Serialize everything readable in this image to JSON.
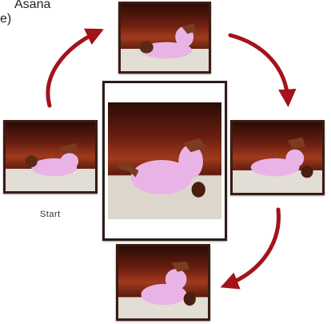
{
  "title": {
    "line1_fragment": "Asana",
    "line2_fragment": "e)"
  },
  "labels": {
    "start": "Start"
  },
  "colors": {
    "arrow": "#a3131b",
    "frame": "#3a1c14",
    "garment": "#eab3e6",
    "skin": "#7a3b1f",
    "mat": "#e2ddd5"
  },
  "diagram": {
    "type": "cycle",
    "steps": [
      "left",
      "top",
      "right",
      "bottom"
    ],
    "arrows": [
      {
        "from": "left",
        "to": "top"
      },
      {
        "from": "top",
        "to": "right"
      },
      {
        "from": "right",
        "to": "bottom"
      }
    ]
  }
}
